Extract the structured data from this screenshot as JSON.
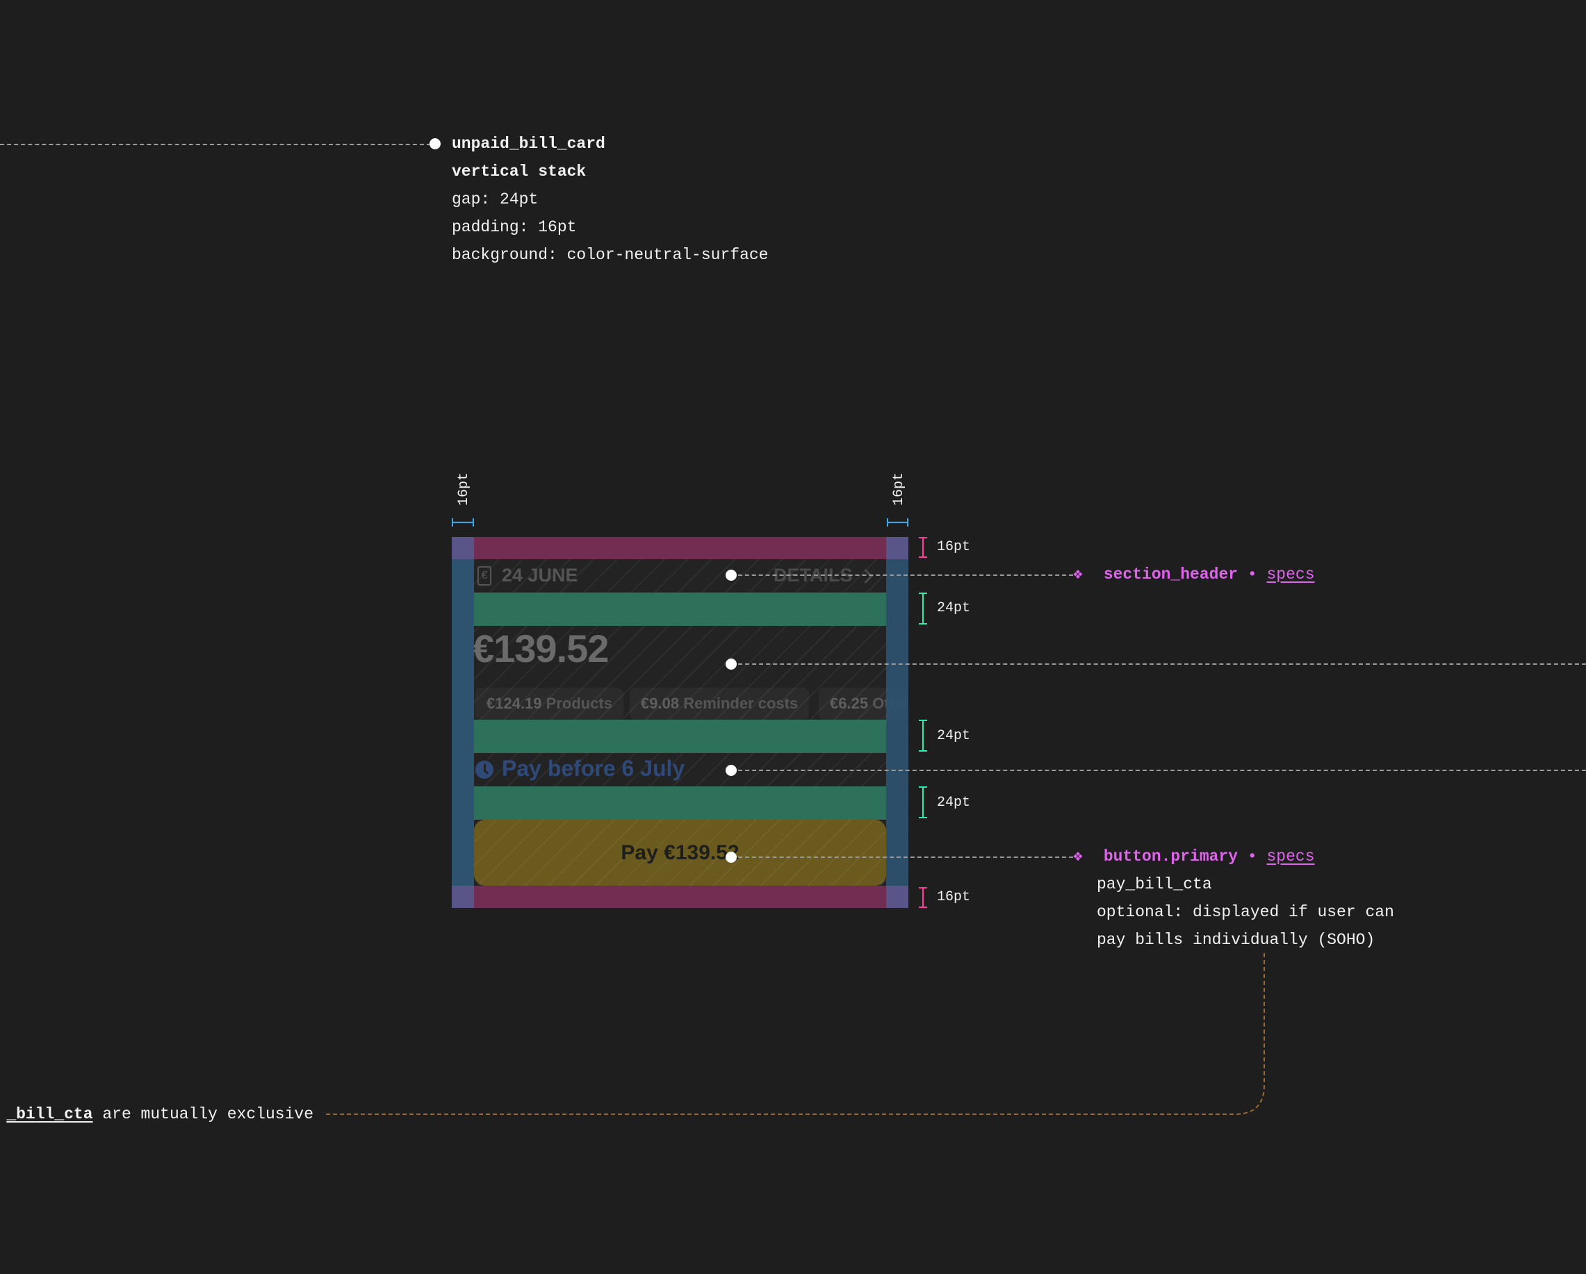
{
  "colors": {
    "background": "#1e1e1e",
    "padding_overlay": "#722e52",
    "side_padding_overlay": "#2e5370",
    "gap_overlay": "#2e715a",
    "corner_overlay": "#5a5588",
    "button_fill": "#6b5a1e",
    "component_annotation": "#e063ee",
    "padding_marker": "#ff3d9a",
    "gap_marker": "#2ee8b0",
    "side_marker": "#3aa7e6",
    "exclusive_connector": "#9a6a2e"
  },
  "main_annotation": {
    "title": "unpaid_bill_card",
    "subtitle": "vertical stack",
    "lines": [
      "gap: 24pt",
      "padding: 16pt",
      "background: color-neutral-surface"
    ]
  },
  "card": {
    "header": {
      "icon": "euro-bill-icon",
      "date": "24 JUNE",
      "details_label": "DETAILS",
      "details_icon": "chevron-right-icon"
    },
    "amount": "€139.52",
    "chips": [
      {
        "amount": "€124.19",
        "label": "Products"
      },
      {
        "amount": "€9.08",
        "label": "Reminder costs"
      },
      {
        "amount": "€6.25",
        "label": "Other"
      }
    ],
    "due": {
      "icon": "clock-icon",
      "text": "Pay before 6 July"
    },
    "button": {
      "label": "Pay €139.52"
    }
  },
  "measurements": {
    "side_left": "16pt",
    "side_right": "16pt",
    "top_padding": "16pt",
    "gap1": "24pt",
    "gap2": "24pt",
    "gap3": "24pt",
    "bottom_padding": "16pt"
  },
  "annotations": {
    "section_header": {
      "icon": "component-icon",
      "name": "section_header",
      "separator": "•",
      "link": "specs"
    },
    "button_primary": {
      "icon": "component-icon",
      "name": "button.primary",
      "separator": "•",
      "link": "specs",
      "lines": [
        "pay_bill_cta",
        "optional: displayed if user can",
        "pay bills individually (SOHO)"
      ]
    },
    "exclusive_note": {
      "code": "_bill_cta",
      "text": " are mutually exclusive"
    }
  }
}
